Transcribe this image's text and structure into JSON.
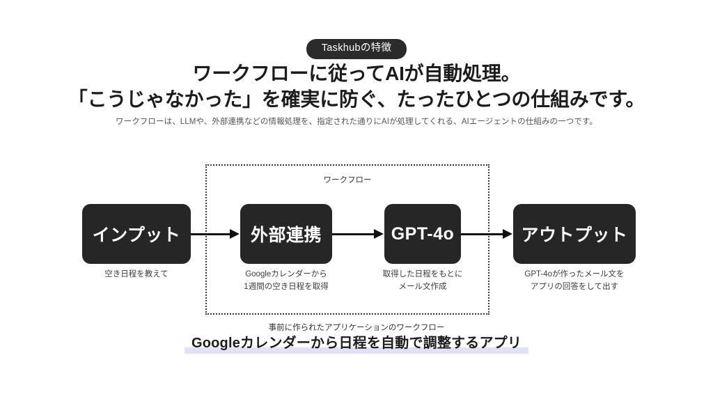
{
  "badge": {
    "label": "Taskhubの特徴"
  },
  "headline": {
    "line1": "ワークフローに従ってAIが自動処理。",
    "line2": "「こうじゃなかった」を確実に防ぐ、たったひとつの仕組みです。"
  },
  "subtitle": "ワークフローは、LLMや、外部連携などの情報処理を、指定された通りにAIが処理してくれる、AIエージェントの仕組みの一つです。",
  "workflow": {
    "container_label": "ワークフロー",
    "nodes": [
      {
        "label": "インプット",
        "caption_line1": "空き日程を教えて",
        "caption_line2": ""
      },
      {
        "label": "外部連携",
        "caption_line1": "Googleカレンダーから",
        "caption_line2": "1週間の空き日程を取得"
      },
      {
        "label": "GPT-4o",
        "caption_line1": "取得した日程をもとに",
        "caption_line2": "メール文作成"
      },
      {
        "label": "アウトプット",
        "caption_line1": "GPT-4oが作ったメール文を",
        "caption_line2": "アプリの回答をして出す"
      }
    ]
  },
  "footer": {
    "note": "事前に作られたアプリケーションのワークフロー",
    "title": "Googleカレンダーから日程を自動で調整するアプリ"
  },
  "colors": {
    "node_fill": "#262626",
    "badge_fill": "#2b2b2b",
    "highlight": "#dfe3f7",
    "background": "#ffffff",
    "arrow": "#111111"
  }
}
